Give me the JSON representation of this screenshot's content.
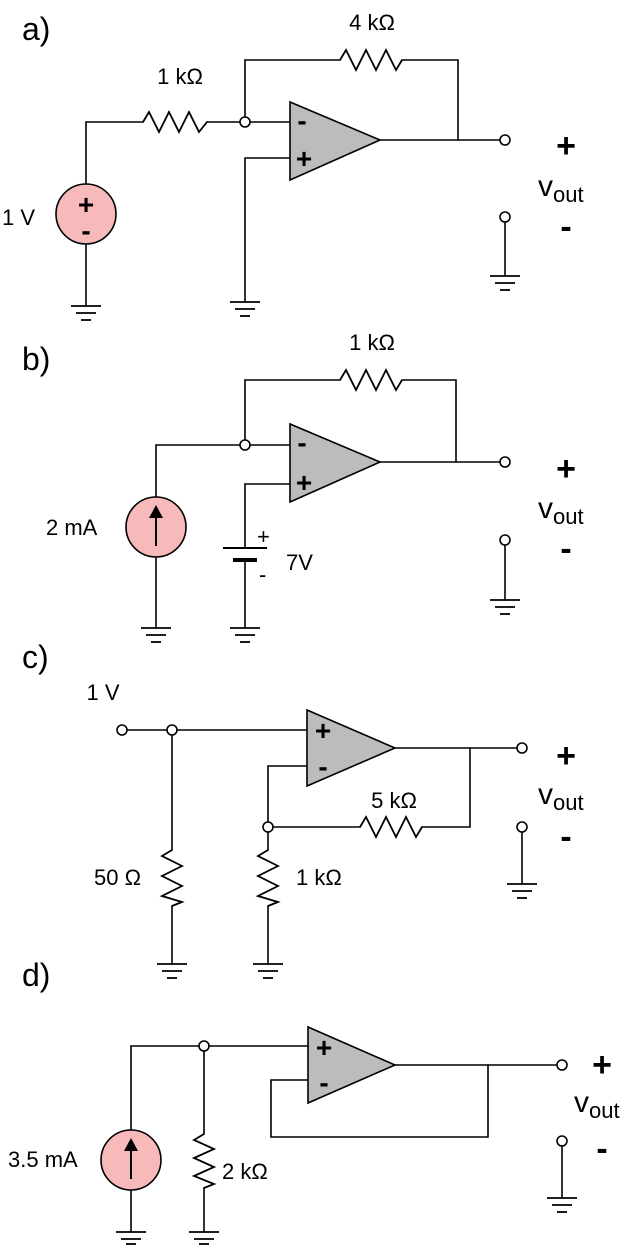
{
  "circuits": {
    "a": {
      "label": "a)",
      "r_feedback": "4 kΩ",
      "r_input": "1 kΩ",
      "source": "1 V",
      "out_plus": "+",
      "out_v": "v",
      "out_sub": "out",
      "out_minus": "-"
    },
    "b": {
      "label": "b)",
      "r_feedback": "1 kΩ",
      "source": "2 mA",
      "battery": "7V",
      "bat_plus": "+",
      "bat_minus": "-",
      "out_plus": "+",
      "out_v": "v",
      "out_sub": "out",
      "out_minus": "-"
    },
    "c": {
      "label": "c)",
      "input": "1 V",
      "r_shunt": "50 Ω",
      "r_feedback": "5 kΩ",
      "r_ground": "1 kΩ",
      "out_plus": "+",
      "out_v": "v",
      "out_sub": "out",
      "out_minus": "-"
    },
    "d": {
      "label": "d)",
      "source": "3.5 mA",
      "r_shunt": "2 kΩ",
      "out_plus": "+",
      "out_v": "v",
      "out_sub": "out",
      "out_minus": "-"
    }
  },
  "colors": {
    "opamp": "#bcbcbc",
    "source": "#f7b9b9"
  }
}
